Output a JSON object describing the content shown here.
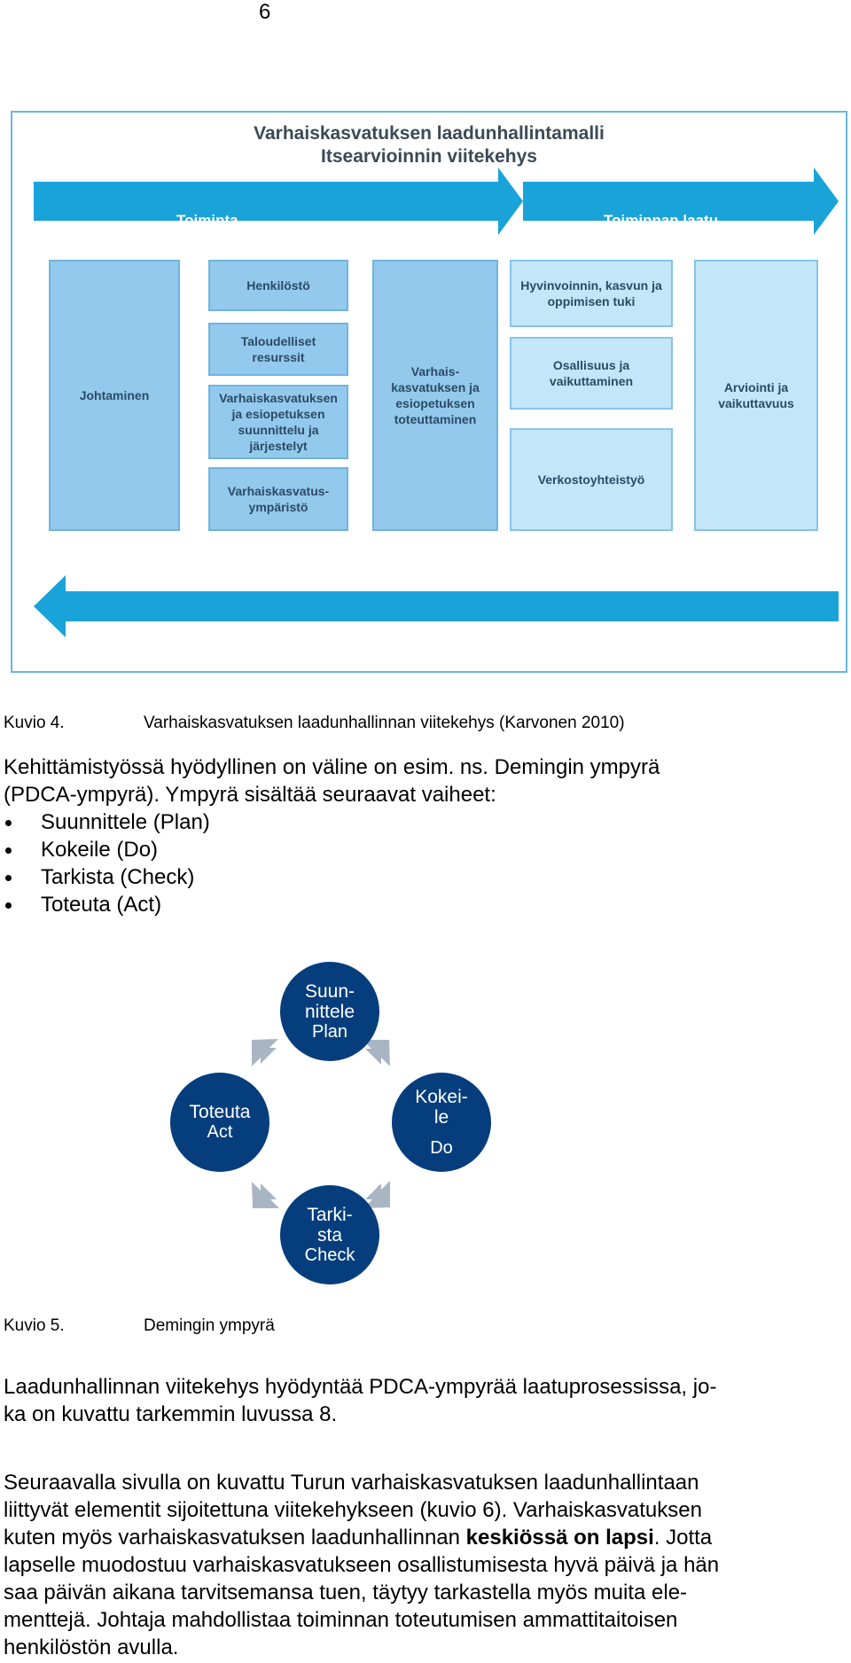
{
  "page_number": "6",
  "figure4": {
    "title_line1": "Varhaiskasvatuksen laadunhallintamalli",
    "title_line2": "Itsearvioinnin viitekehys",
    "arrow_left": "Toiminta",
    "arrow_right": "Toiminnan laatu",
    "col1": "Johtaminen",
    "col2_items": [
      "Henkilöstö",
      "Taloudelliset resurssit",
      "Varhaiskasvatuksen ja esiopetuksen suunnittelu ja järjestelyt",
      "Varhaiskasvatus-ympäristö"
    ],
    "col3": "Varhais-kasvatuksen ja esiopetuksen toteuttaminen",
    "col4_items": [
      "Hyvinvoinnin, kasvun ja oppimisen tuki",
      "Osallisuus ja vaikuttaminen",
      "Verkostoyhteistyö"
    ],
    "col5": "Arviointi ja vaikuttavuus",
    "colors": {
      "frame": "#67b8e1",
      "arrow": "#1aa3d8",
      "mid_box": "#93c9ec",
      "light_box": "#c5e6f8"
    }
  },
  "caption4": {
    "label": "Kuvio 4.",
    "text": "Varhaiskasvatuksen laadunhallinnan viitekehys (Karvonen 2010)"
  },
  "intro": {
    "line1": "Kehittämistyössä hyödyllinen on väline on esim. ns. Demingin ympyrä",
    "line2": "(PDCA-ympyrä). Ympyrä sisältää seuraavat vaiheet:"
  },
  "bullets": [
    "Suunnittele (Plan)",
    "Kokeile (Do)",
    "Tarkista (Check)",
    "Toteuta (Act)"
  ],
  "pdca": {
    "plan": {
      "fi_line1": "Suun-",
      "fi_line2": "nittele",
      "en": "Plan"
    },
    "do": {
      "fi_line1": "Kokei-",
      "fi_line2": "le",
      "en": "Do"
    },
    "check": {
      "fi_line1": "Tarki-",
      "fi_line2": "sta",
      "en": "Check"
    },
    "act": {
      "fi": "Toteuta",
      "en": "Act"
    },
    "colors": {
      "circle": "#063e7d",
      "arrow": "#a9b5c3"
    }
  },
  "caption5": {
    "label": "Kuvio 5.",
    "text": "Demingin ympyrä"
  },
  "para1": {
    "line1": "Laadunhallinnan viitekehys hyödyntää PDCA-ympyrää laatuprosessissa, jo-",
    "line2": "ka on kuvattu tarkemmin luvussa 8."
  },
  "para2": {
    "line1": "Seuraavalla sivulla on kuvattu Turun varhaiskasvatuksen laadunhallintaan",
    "line2": "liittyvät elementit sijoitettuna viitekehykseen (kuvio 6). Varhaiskasvatuksen",
    "line3_before": "kuten myös varhaiskasvatuksen laadunhallinnan ",
    "line3_bold": "keskiössä on lapsi",
    "line3_after": ". Jotta",
    "line4": "lapselle muodostuu varhaiskasvatukseen osallistumisesta hyvä päivä ja hän",
    "line5": "saa päivän aikana tarvitsemansa tuen, täytyy tarkastella myös muita ele-",
    "line6": "menttejä. Johtaja mahdollistaa toiminnan toteutumisen ammattitaitoisen",
    "line7": "henkilöstön avulla."
  }
}
